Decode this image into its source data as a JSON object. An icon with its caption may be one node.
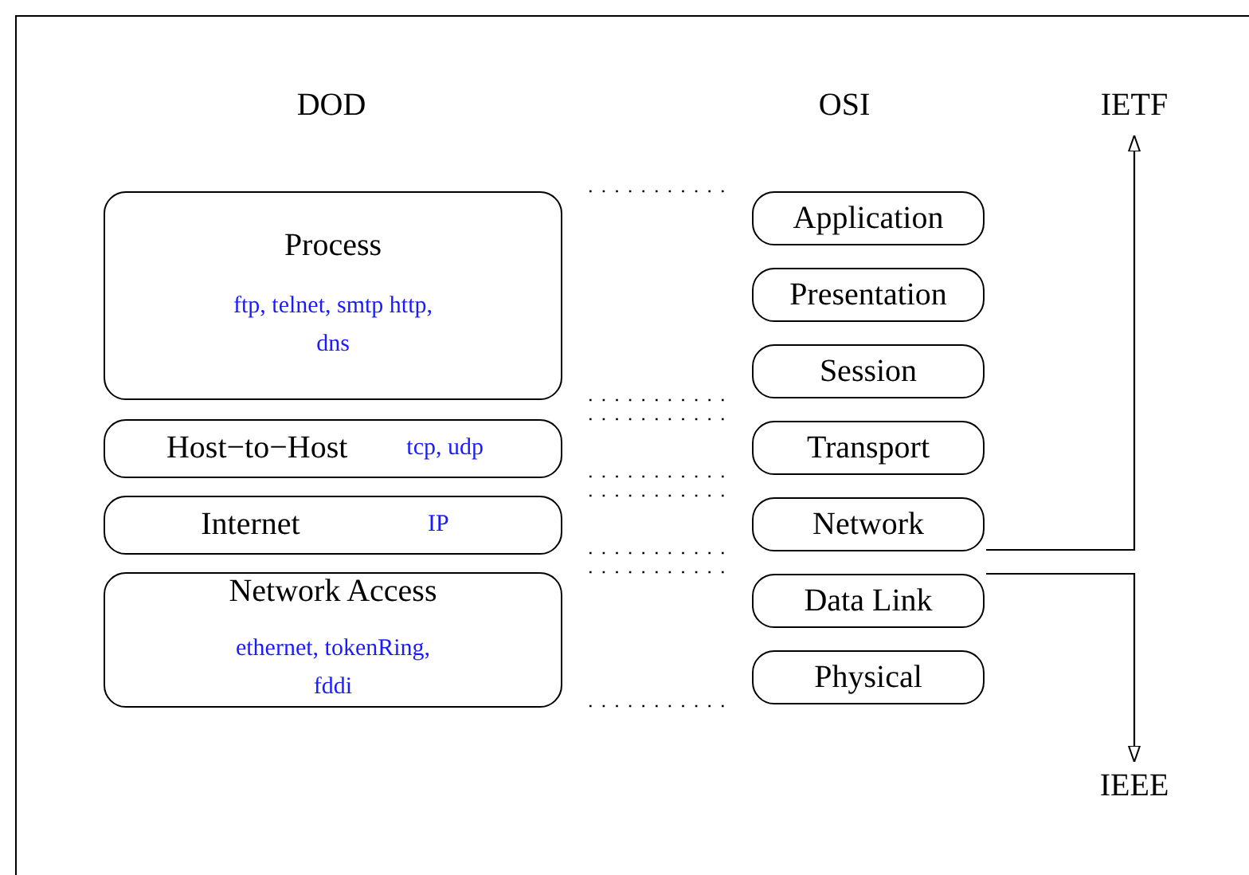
{
  "diagram": {
    "nodes": [
      {
        "text": [
          "Process",
          "ftp, telnet, smtp http, dns"
        ]
      },
      {
        "text": [
          "Host−to−Host",
          "tcp, udp"
        ]
      },
      {
        "text": [
          "Internet",
          "IP"
        ]
      },
      {
        "text": [
          "Network Access",
          "ethernet, tokenRing, fddi"
        ]
      },
      {
        "text": [
          "Application"
        ]
      },
      {
        "text": [
          "Presentation"
        ]
      },
      {
        "text": [
          "Session"
        ]
      },
      {
        "text": [
          "Transport"
        ]
      },
      {
        "text": [
          "Network"
        ]
      },
      {
        "text": [
          "Data Link"
        ]
      },
      {
        "text": [
          "Physical"
        ]
      },
      {
        "text": [
          "IETF"
        ]
      },
      {
        "text": [
          "IEEE"
        ]
      }
    ],
    "edges": [
      {
        "from": 8,
        "to": 11,
        "arrow": "to"
      },
      {
        "from": 9,
        "to": 12,
        "arrow": "to"
      }
    ],
    "labels": [
      "DOD",
      "OSI"
    ]
  }
}
